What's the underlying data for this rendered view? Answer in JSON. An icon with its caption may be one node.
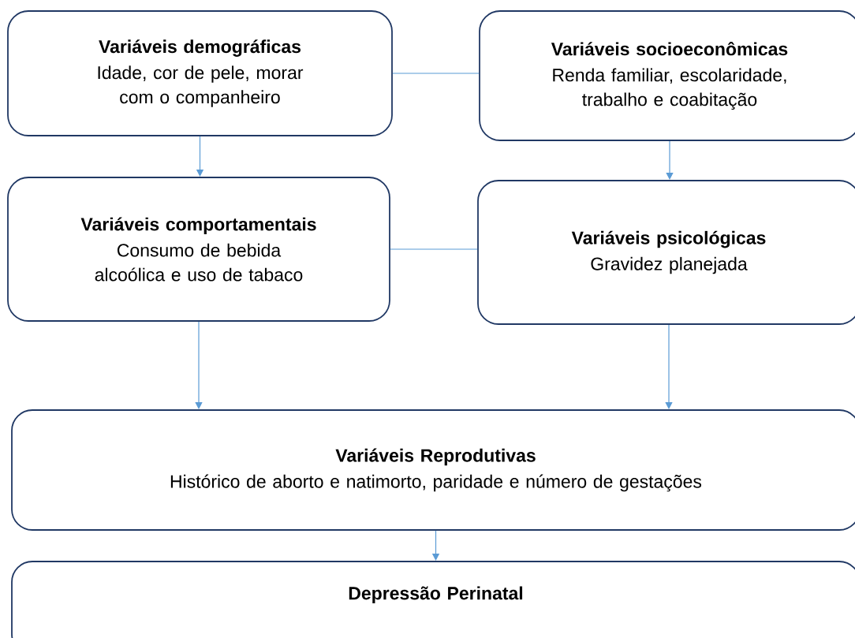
{
  "diagram": {
    "nodes": [
      {
        "text": [
          "Variáveis demográficas",
          "Idade, cor de pele, morar com o companheiro"
        ]
      },
      {
        "text": [
          "Variáveis socioeconômicas",
          "Renda familiar, escolaridade, trabalho e coabitação"
        ]
      },
      {
        "text": [
          "Variáveis comportamentais",
          "Consumo de bebida alcoólica e uso de tabaco"
        ]
      },
      {
        "text": [
          "Variáveis psicológicas",
          "Gravidez planejada"
        ]
      },
      {
        "text": [
          "Variáveis Reprodutivas",
          "Histórico de aborto e natimorto, paridade e número de gestações"
        ]
      },
      {
        "text": [
          "Depressão Perinatal"
        ]
      }
    ],
    "edges": [
      {
        "from": 0,
        "to": 1,
        "arrow": "none"
      },
      {
        "from": 0,
        "to": 2,
        "arrow": "to"
      },
      {
        "from": 1,
        "to": 3,
        "arrow": "to"
      },
      {
        "from": 2,
        "to": 3,
        "arrow": "none"
      },
      {
        "from": 2,
        "to": 4,
        "arrow": "to"
      },
      {
        "from": 3,
        "to": 4,
        "arrow": "to"
      },
      {
        "from": 4,
        "to": 5,
        "arrow": "to"
      }
    ]
  }
}
